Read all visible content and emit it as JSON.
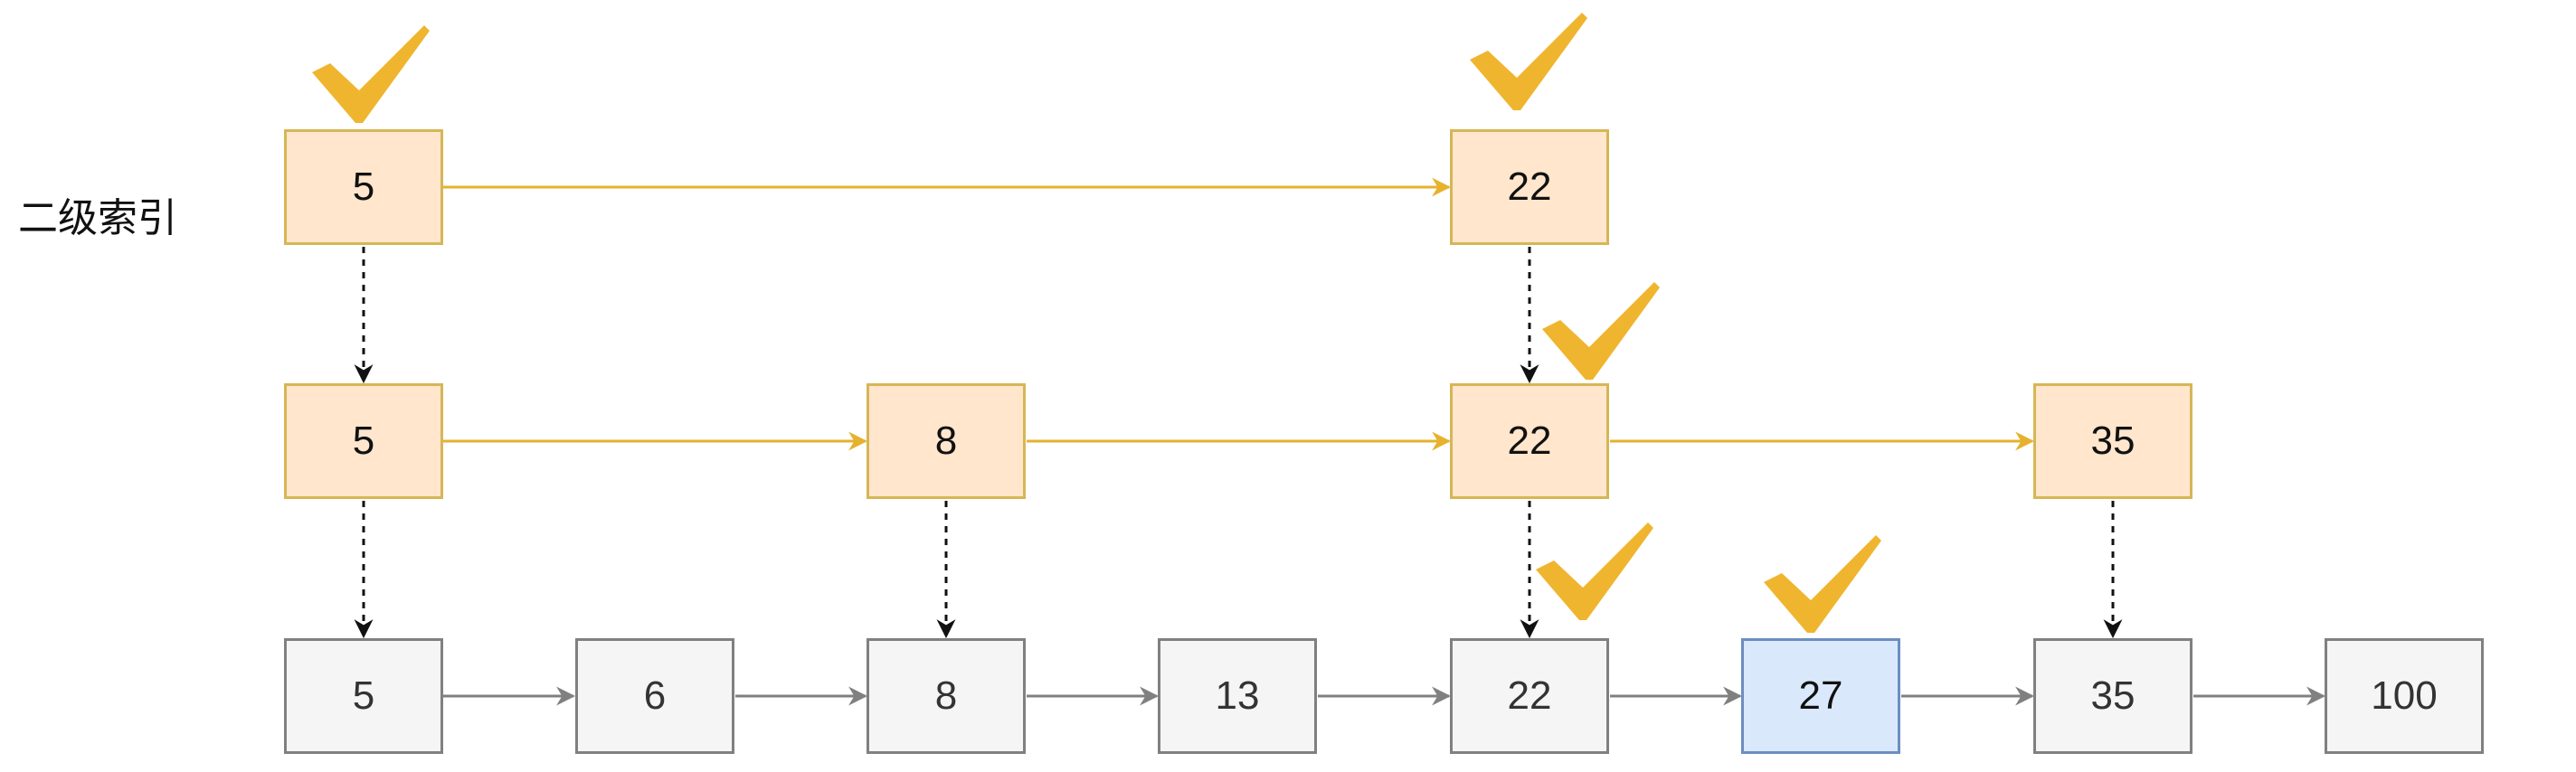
{
  "level_label": "二级索引",
  "colors": {
    "index_fill": "#ffe6cc",
    "index_stroke": "#d6b656",
    "index_arrow": "#e6b22e",
    "base_fill": "#f5f5f5",
    "base_stroke": "#808080",
    "target_fill": "#dae8fc",
    "target_stroke": "#6c8ebf",
    "check": "#f0b52e",
    "down_arrow": "#111111"
  },
  "levels": {
    "level2": [
      "5",
      "22"
    ],
    "level1": [
      "5",
      "8",
      "22",
      "35"
    ],
    "base": [
      "5",
      "6",
      "8",
      "13",
      "22",
      "27",
      "35",
      "100"
    ]
  },
  "highlight": "27",
  "checked_nodes": [
    "level2-5",
    "level2-22",
    "level1-22",
    "base-22",
    "base-27"
  ],
  "icons": [
    "check-icon",
    "arrow-right-icon",
    "arrow-down-icon"
  ]
}
